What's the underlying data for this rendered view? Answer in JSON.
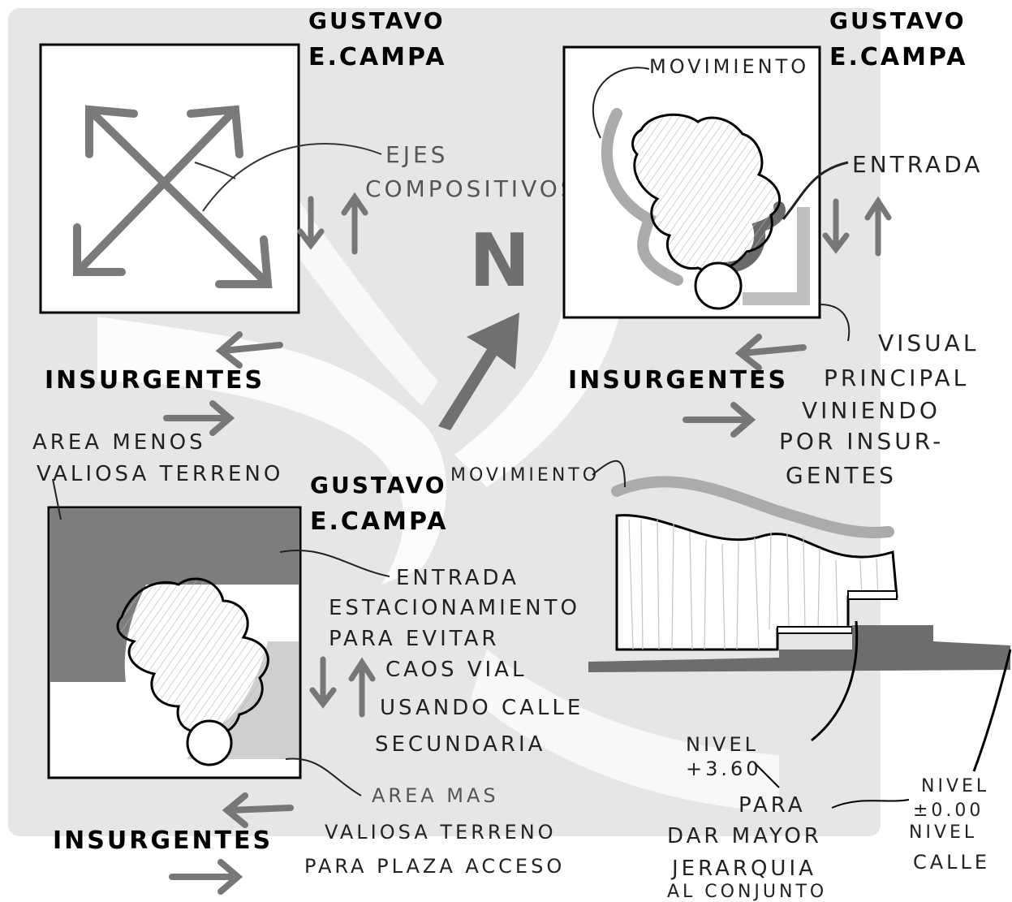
{
  "author": {
    "line1": "GUSTAVO",
    "line2": "E.CAMPA"
  },
  "street": "INSURGENTES",
  "north": "N",
  "panel1": {
    "ejes_line1": "EJES",
    "ejes_line2": "COMPOSITIVOS"
  },
  "panel2": {
    "movimiento": "MOVIMIENTO",
    "entrada": "ENTRADA",
    "visual": [
      "VISUAL",
      "PRINCIPAL",
      "VINIENDO",
      "POR INSUR-",
      "GENTES"
    ]
  },
  "panel3": {
    "area_menos": [
      "AREA MENOS",
      "VALIOSA TERRENO"
    ],
    "entrada": "ENTRADA",
    "estacionamiento": [
      "ESTACIONAMIENTO",
      "PARA EVITAR",
      "CAOS VIAL",
      "USANDO CALLE",
      "SECUNDARIA"
    ],
    "area_mas": [
      "AREA MAS",
      "VALIOSA TERRENO",
      "PARA PLAZA ACCESO"
    ]
  },
  "section": {
    "movimiento": "MOVIMIENTO",
    "nivel_1": [
      "NIVEL",
      "+3.60"
    ],
    "para": [
      "PARA",
      "DAR MAYOR",
      "JERARQUIA",
      "AL CONJUNTO"
    ],
    "nivel_2": [
      "NIVEL",
      "±0.00",
      "NIVEL",
      "CALLE"
    ]
  }
}
